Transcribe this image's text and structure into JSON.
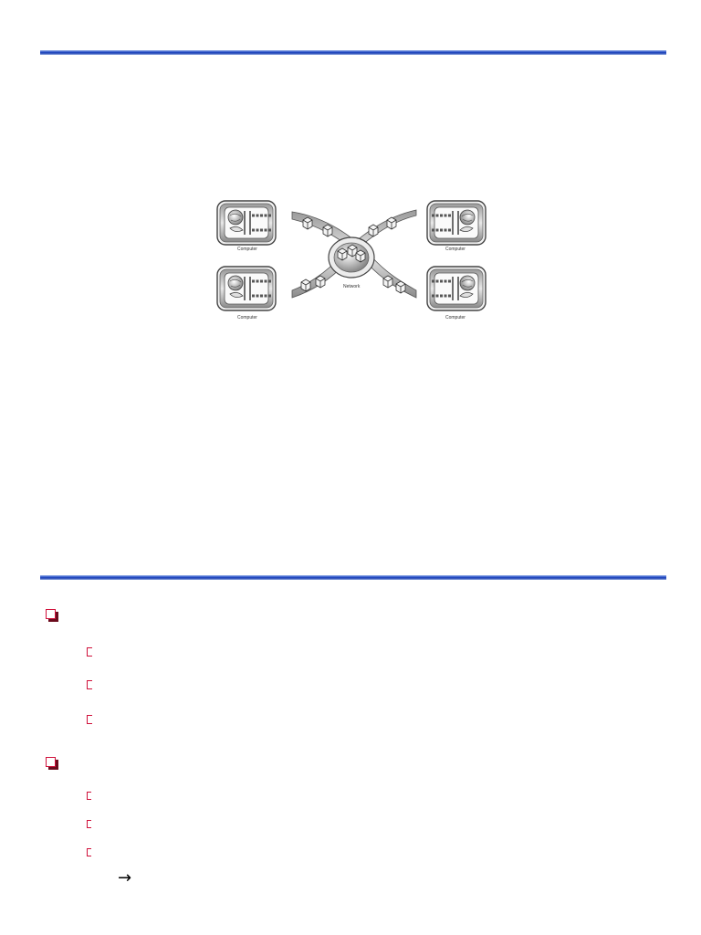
{
  "diagram": {
    "computer_labels": [
      "Computer",
      "Computer",
      "Computer",
      "Computer"
    ],
    "network_label": "Network"
  },
  "bullets": {
    "main": [
      {
        "icon": "square-bullet-icon",
        "text": ""
      },
      {
        "icon": "square-bullet-icon",
        "text": ""
      }
    ],
    "sub": [
      {
        "icon": "bracket-bullet-icon",
        "text": ""
      },
      {
        "icon": "bracket-bullet-icon",
        "text": ""
      },
      {
        "icon": "bracket-bullet-icon",
        "text": ""
      },
      {
        "icon": "bracket-bullet-icon",
        "text": ""
      },
      {
        "icon": "bracket-bullet-icon",
        "text": ""
      },
      {
        "icon": "bracket-bullet-icon",
        "text": ""
      }
    ],
    "arrow": "→"
  },
  "colors": {
    "rule": "#1c3fb2",
    "bullet": "#d0103a"
  }
}
